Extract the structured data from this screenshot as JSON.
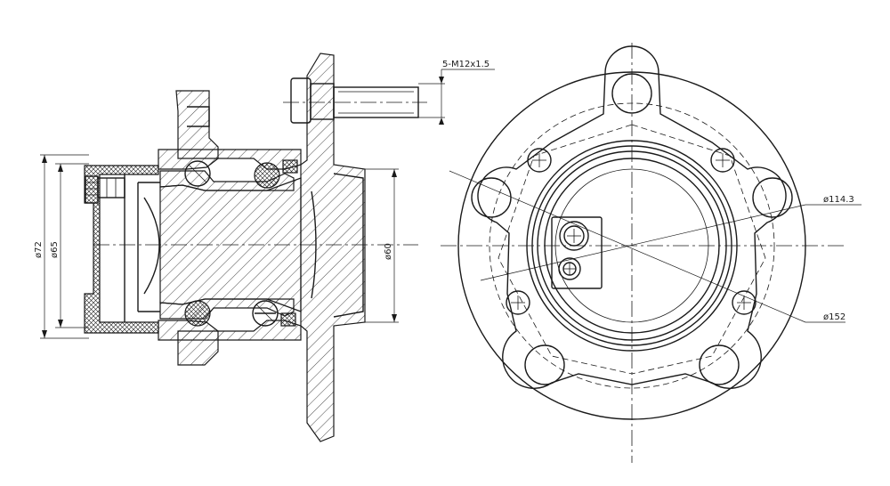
{
  "dimensions": {
    "stud_thread": "5-M12x1.5",
    "bore_72": "ø72",
    "bore_65": "ø65",
    "pilot_60": "ø60",
    "pcd": "ø114.3",
    "flange_outer": "ø152"
  },
  "colors": {
    "line": "#1a1a1a",
    "background": "#ffffff"
  }
}
